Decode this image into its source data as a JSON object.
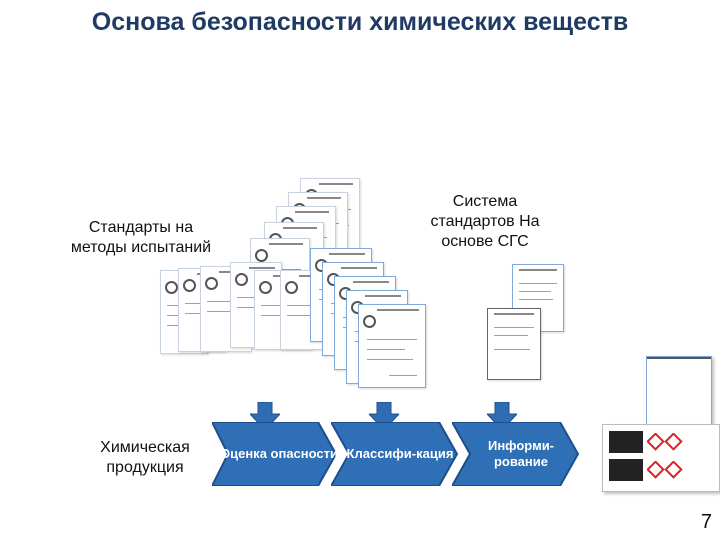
{
  "title": "Основа безопасности химических веществ",
  "left_top_label": "Стандарты на методы испытаний",
  "right_top_label": "Система стандартов На основе СГС",
  "bottom_left_label": "Химическая продукция",
  "flow": {
    "step1": "Оценка опасности",
    "step2": "Классифи-кация",
    "step3": "Информи-рование"
  },
  "page_number": "7",
  "colors": {
    "title": "#1f3b63",
    "arrow": "#2e6db5",
    "flow_fill": "#2f6fb6",
    "flow_border": "#1d4f8c"
  }
}
